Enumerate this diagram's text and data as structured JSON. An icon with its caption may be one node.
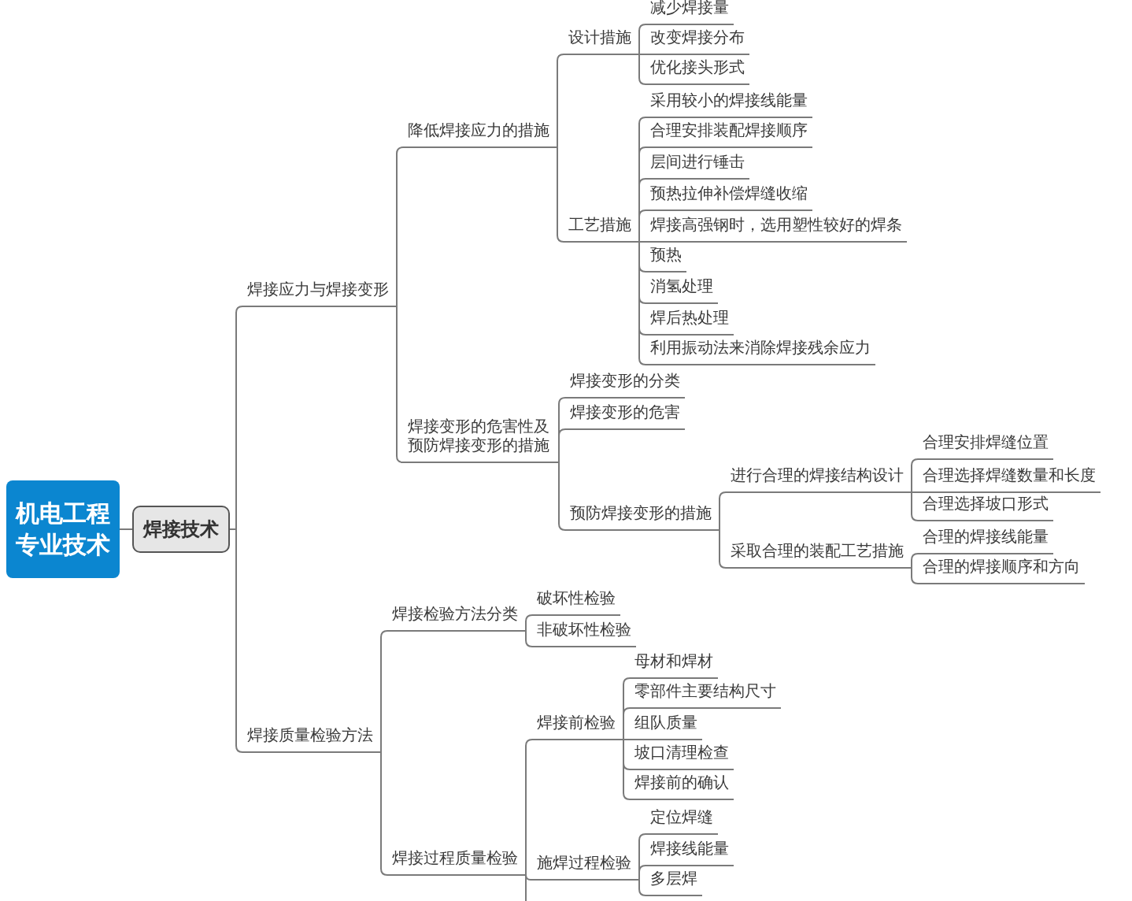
{
  "diagram": {
    "nodes": [
      {
        "text": [
          "机电工程专业技术"
        ]
      },
      {
        "text": [
          "焊接技术"
        ]
      },
      {
        "text": [
          "焊接应力与焊接变形"
        ]
      },
      {
        "text": [
          "降低焊接应力的措施"
        ]
      },
      {
        "text": [
          "设计措施"
        ]
      },
      {
        "text": [
          "减少焊接量"
        ]
      },
      {
        "text": [
          "改变焊接分布"
        ]
      },
      {
        "text": [
          "优化接头形式"
        ]
      },
      {
        "text": [
          "工艺措施"
        ]
      },
      {
        "text": [
          "采用较小的焊接线能量"
        ]
      },
      {
        "text": [
          "合理安排装配焊接顺序"
        ]
      },
      {
        "text": [
          "层间进行锤击"
        ]
      },
      {
        "text": [
          "预热拉伸补偿焊缝收缩"
        ]
      },
      {
        "text": [
          "焊接高强钢时，选用塑性较好的焊条"
        ]
      },
      {
        "text": [
          "预热"
        ]
      },
      {
        "text": [
          "消氢处理"
        ]
      },
      {
        "text": [
          "焊后热处理"
        ]
      },
      {
        "text": [
          "利用振动法来消除焊接残余应力"
        ]
      },
      {
        "text": [
          "焊接变形的危害性及预防焊接变形的措施"
        ]
      },
      {
        "text": [
          "焊接变形的分类"
        ]
      },
      {
        "text": [
          "焊接变形的危害"
        ]
      },
      {
        "text": [
          "预防焊接变形的措施"
        ]
      },
      {
        "text": [
          "进行合理的焊接结构设计"
        ]
      },
      {
        "text": [
          "合理安排焊缝位置"
        ]
      },
      {
        "text": [
          "合理选择焊缝数量和长度"
        ]
      },
      {
        "text": [
          "合理选择坡口形式"
        ]
      },
      {
        "text": [
          "采取合理的装配工艺措施"
        ]
      },
      {
        "text": [
          "合理的焊接线能量"
        ]
      },
      {
        "text": [
          "合理的焊接顺序和方向"
        ]
      },
      {
        "text": [
          "焊接质量检验方法"
        ]
      },
      {
        "text": [
          "焊接检验方法分类"
        ]
      },
      {
        "text": [
          "破坏性检验"
        ]
      },
      {
        "text": [
          "非破坏性检验"
        ]
      },
      {
        "text": [
          "焊接过程质量检验"
        ]
      },
      {
        "text": [
          "焊接前检验"
        ]
      },
      {
        "text": [
          "母材和焊材"
        ]
      },
      {
        "text": [
          "零部件主要结构尺寸"
        ]
      },
      {
        "text": [
          "组队质量"
        ]
      },
      {
        "text": [
          "坡口清理检查"
        ]
      },
      {
        "text": [
          "焊接前的确认"
        ]
      },
      {
        "text": [
          "施焊过程检验"
        ]
      },
      {
        "text": [
          "定位焊缝"
        ]
      },
      {
        "text": [
          "焊接线能量"
        ]
      },
      {
        "text": [
          "多层焊"
        ]
      }
    ],
    "edges": [
      {
        "from": 0,
        "to": 1,
        "arrow": "none"
      },
      {
        "from": 1,
        "to": 2,
        "arrow": "none"
      },
      {
        "from": 2,
        "to": 3,
        "arrow": "none"
      },
      {
        "from": 3,
        "to": 4,
        "arrow": "none"
      },
      {
        "from": 4,
        "to": 5,
        "arrow": "none"
      },
      {
        "from": 4,
        "to": 6,
        "arrow": "none"
      },
      {
        "from": 4,
        "to": 7,
        "arrow": "none"
      },
      {
        "from": 3,
        "to": 8,
        "arrow": "none"
      },
      {
        "from": 8,
        "to": 9,
        "arrow": "none"
      },
      {
        "from": 8,
        "to": 10,
        "arrow": "none"
      },
      {
        "from": 8,
        "to": 11,
        "arrow": "none"
      },
      {
        "from": 8,
        "to": 12,
        "arrow": "none"
      },
      {
        "from": 8,
        "to": 13,
        "arrow": "none"
      },
      {
        "from": 8,
        "to": 14,
        "arrow": "none"
      },
      {
        "from": 8,
        "to": 15,
        "arrow": "none"
      },
      {
        "from": 8,
        "to": 16,
        "arrow": "none"
      },
      {
        "from": 8,
        "to": 17,
        "arrow": "none"
      },
      {
        "from": 2,
        "to": 18,
        "arrow": "none"
      },
      {
        "from": 18,
        "to": 19,
        "arrow": "none"
      },
      {
        "from": 18,
        "to": 20,
        "arrow": "none"
      },
      {
        "from": 18,
        "to": 21,
        "arrow": "none"
      },
      {
        "from": 21,
        "to": 22,
        "arrow": "none"
      },
      {
        "from": 22,
        "to": 23,
        "arrow": "none"
      },
      {
        "from": 22,
        "to": 24,
        "arrow": "none"
      },
      {
        "from": 22,
        "to": 25,
        "arrow": "none"
      },
      {
        "from": 21,
        "to": 26,
        "arrow": "none"
      },
      {
        "from": 26,
        "to": 27,
        "arrow": "none"
      },
      {
        "from": 26,
        "to": 28,
        "arrow": "none"
      },
      {
        "from": 1,
        "to": 29,
        "arrow": "none"
      },
      {
        "from": 29,
        "to": 30,
        "arrow": "none"
      },
      {
        "from": 30,
        "to": 31,
        "arrow": "none"
      },
      {
        "from": 30,
        "to": 32,
        "arrow": "none"
      },
      {
        "from": 29,
        "to": 33,
        "arrow": "none"
      },
      {
        "from": 33,
        "to": 34,
        "arrow": "none"
      },
      {
        "from": 34,
        "to": 35,
        "arrow": "none"
      },
      {
        "from": 34,
        "to": 36,
        "arrow": "none"
      },
      {
        "from": 34,
        "to": 37,
        "arrow": "none"
      },
      {
        "from": 34,
        "to": 38,
        "arrow": "none"
      },
      {
        "from": 34,
        "to": 39,
        "arrow": "none"
      },
      {
        "from": 33,
        "to": 40,
        "arrow": "none"
      },
      {
        "from": 40,
        "to": 41,
        "arrow": "none"
      },
      {
        "from": 40,
        "to": 42,
        "arrow": "none"
      },
      {
        "from": 40,
        "to": 43,
        "arrow": "none"
      },
      {
        "from": 33,
        "to": null,
        "arrow": "none"
      }
    ]
  }
}
